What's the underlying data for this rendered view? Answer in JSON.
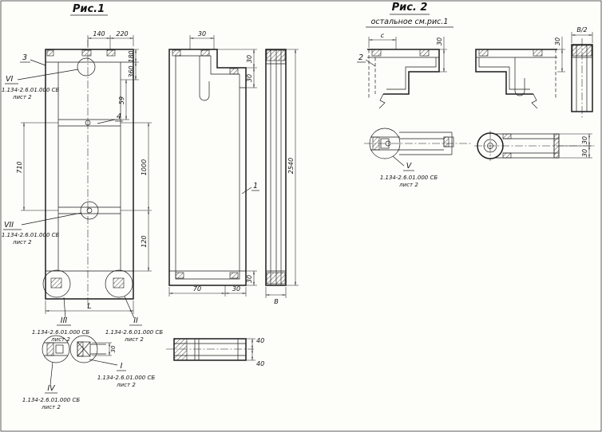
{
  "figure1": {
    "title": "Рис.1",
    "marks": {
      "m3": "3",
      "m4": "4",
      "m1": "1"
    },
    "sections": {
      "vi": "VI",
      "vii": "VII",
      "iii": "III",
      "ii": "II",
      "i": "I",
      "iv": "IV"
    },
    "dims": {
      "d140": "140",
      "d220": "220",
      "d180": "180",
      "d360": "360",
      "d59": "59",
      "d710": "710",
      "d1000": "1000",
      "d120": "120",
      "d30": "30",
      "d70": "70",
      "d40": "40",
      "d2540": "2540",
      "dL": "L",
      "dB": "В"
    }
  },
  "figure2": {
    "title": "Рис. 2",
    "subtitle": "остальное см.рис.1",
    "marks": {
      "m2": "2"
    },
    "sections": {
      "v": "V"
    },
    "dims": {
      "dc": "с",
      "d30": "30",
      "db2": "В/2"
    }
  },
  "reference": {
    "doc": "1.134-2.6.01.000 СБ",
    "sheet": "лист 2"
  }
}
